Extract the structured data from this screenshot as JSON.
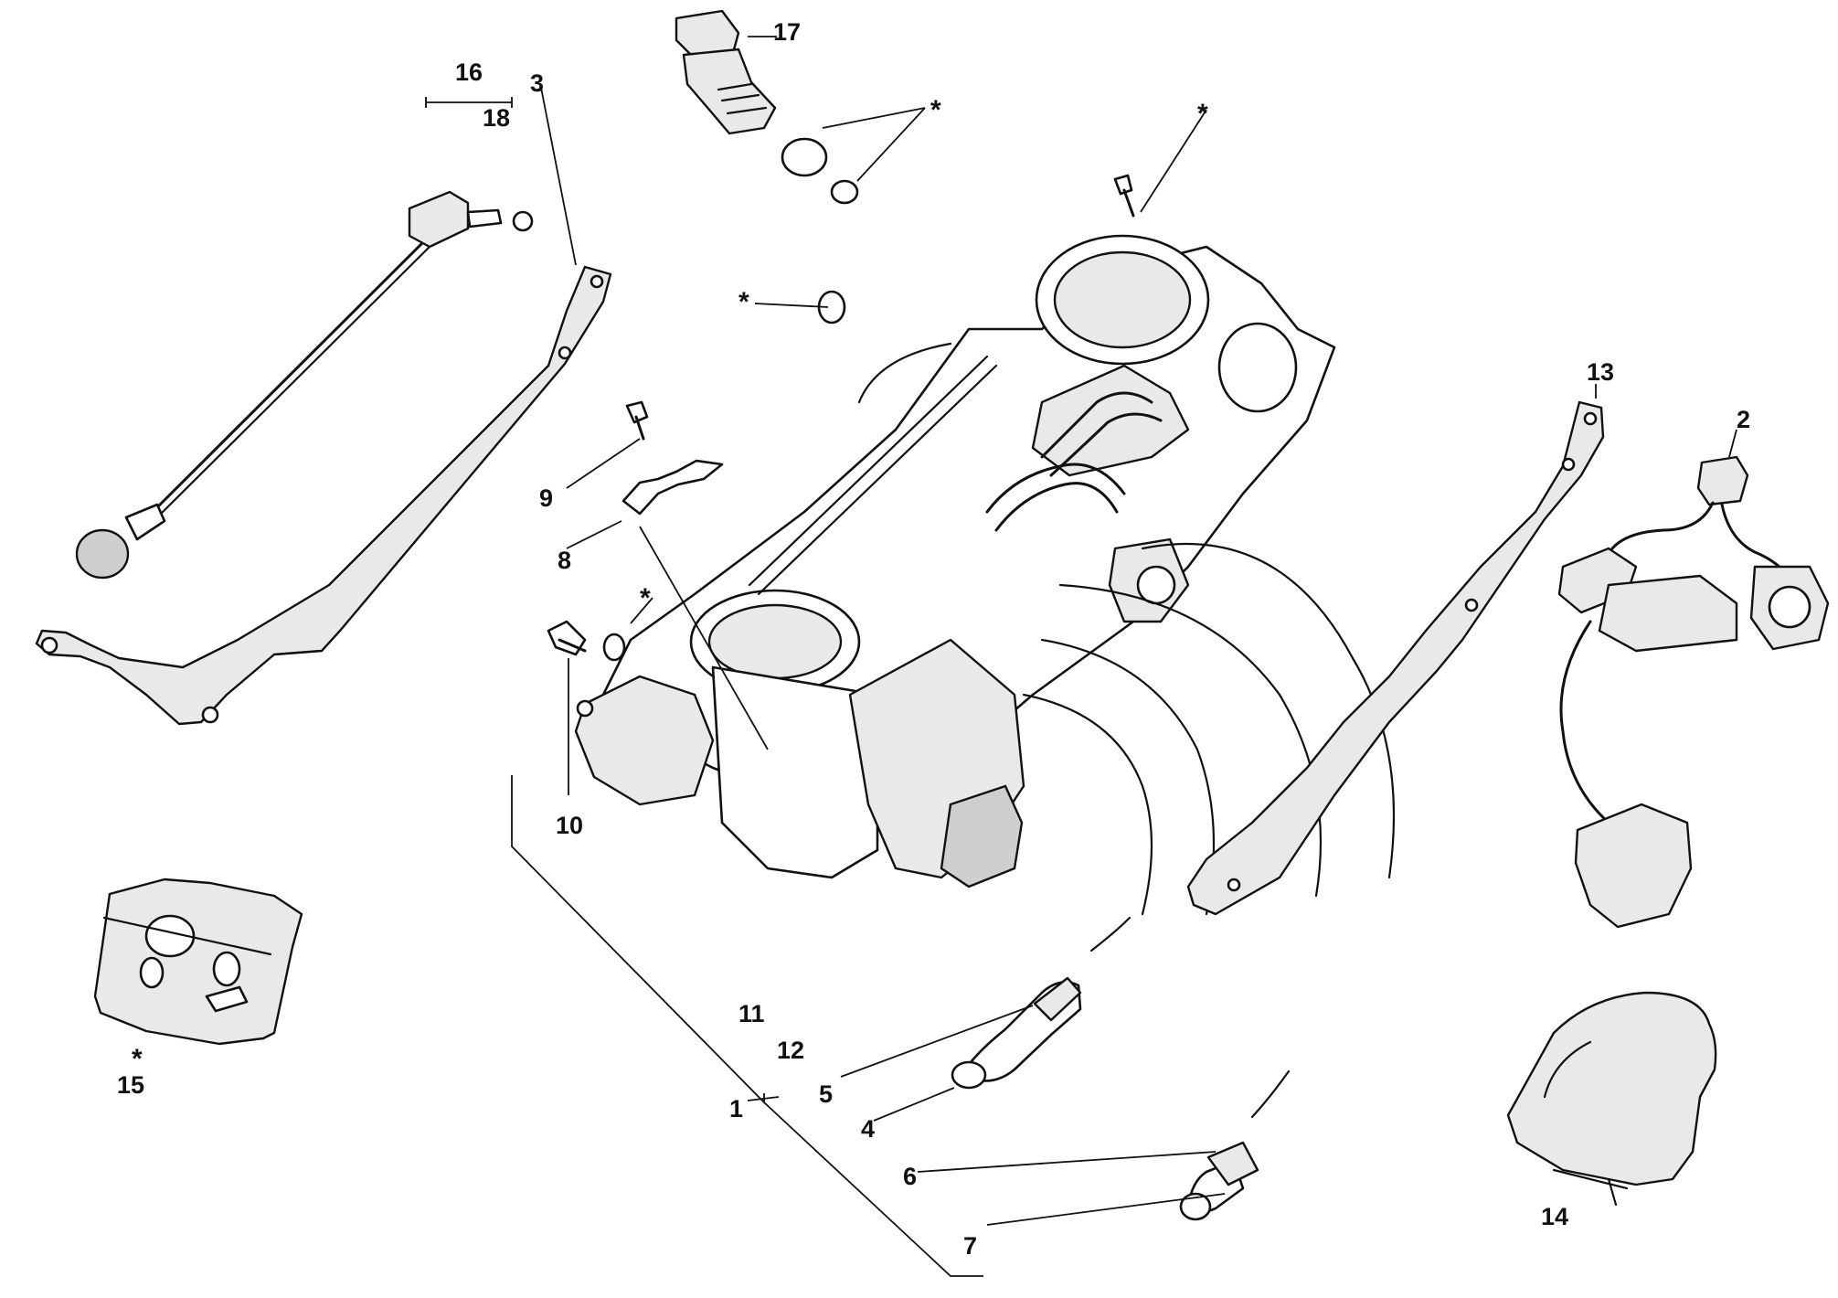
{
  "callouts": {
    "c1": "1",
    "c2": "2",
    "c3": "3",
    "c4": "4",
    "c5": "5",
    "c6": "6",
    "c7": "7",
    "c8": "8",
    "c9": "9",
    "c10": "10",
    "c11": "11",
    "c12": "12",
    "c13": "13",
    "c14": "14",
    "c15": "15",
    "c16": "16",
    "c17": "17",
    "c18": "18"
  },
  "star": "*"
}
